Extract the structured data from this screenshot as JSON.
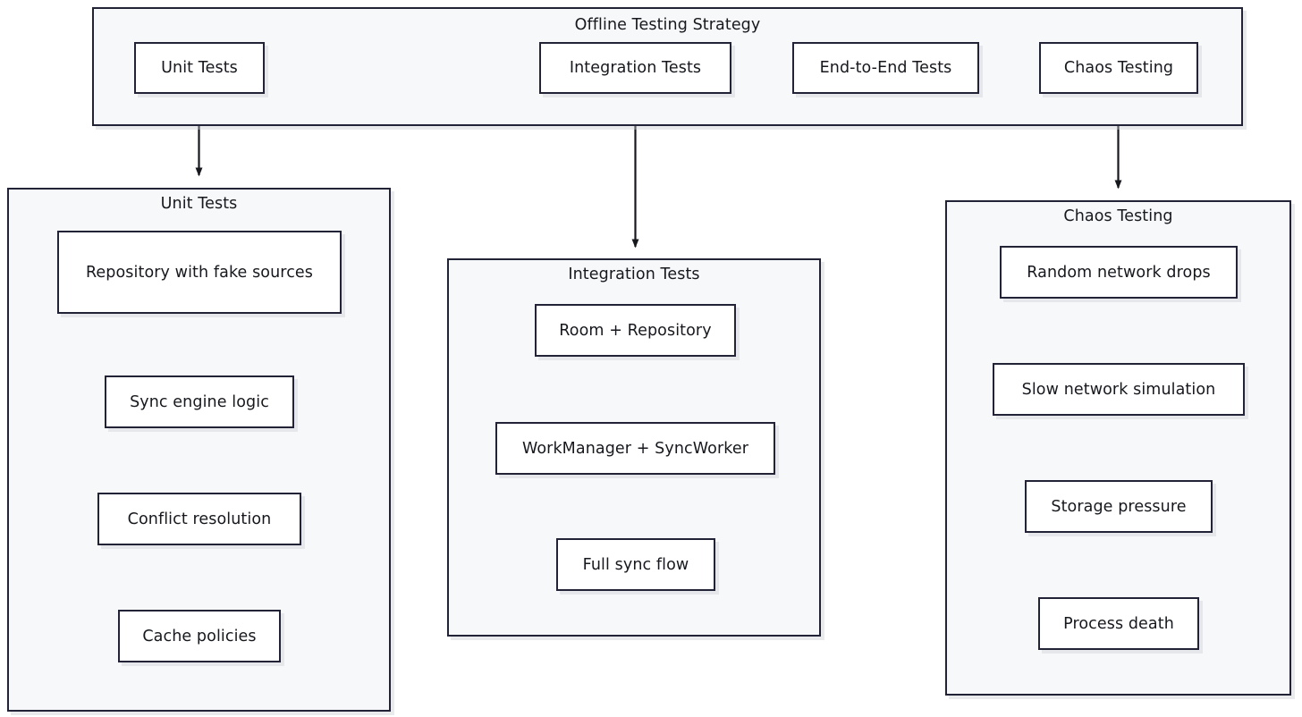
{
  "diagram": {
    "type": "flowchart",
    "title": "Offline Testing Strategy",
    "root_cluster": {
      "label": "Offline Testing Strategy",
      "nodes": [
        {
          "id": "unit",
          "label": "Unit Tests"
        },
        {
          "id": "integration",
          "label": "Integration Tests"
        },
        {
          "id": "e2e",
          "label": "End-to-End Tests"
        },
        {
          "id": "chaos",
          "label": "Chaos Testing"
        }
      ]
    },
    "clusters": [
      {
        "id": "unit-cluster",
        "label": "Unit Tests",
        "nodes": [
          {
            "id": "u1",
            "label": "Repository with fake sources"
          },
          {
            "id": "u2",
            "label": "Sync engine logic"
          },
          {
            "id": "u3",
            "label": "Conflict resolution"
          },
          {
            "id": "u4",
            "label": "Cache policies"
          }
        ]
      },
      {
        "id": "integration-cluster",
        "label": "Integration Tests",
        "nodes": [
          {
            "id": "i1",
            "label": "Room + Repository"
          },
          {
            "id": "i2",
            "label": "WorkManager + SyncWorker"
          },
          {
            "id": "i3",
            "label": "Full sync flow"
          }
        ]
      },
      {
        "id": "chaos-cluster",
        "label": "Chaos Testing",
        "nodes": [
          {
            "id": "c1",
            "label": "Random network drops"
          },
          {
            "id": "c2",
            "label": "Slow network simulation"
          },
          {
            "id": "c3",
            "label": "Storage pressure"
          },
          {
            "id": "c4",
            "label": "Process death"
          }
        ]
      }
    ],
    "edges": [
      {
        "from": "unit",
        "to": "unit-cluster",
        "arrow": "down"
      },
      {
        "from": "integration",
        "to": "integration-cluster",
        "arrow": "down"
      },
      {
        "from": "chaos",
        "to": "chaos-cluster",
        "arrow": "down"
      }
    ],
    "colors": {
      "stroke": "#232338",
      "node_fill": "#ffffff",
      "cluster_fill": "#f7f8fa",
      "text": "#16181d",
      "page_background": "#ffffff"
    }
  }
}
